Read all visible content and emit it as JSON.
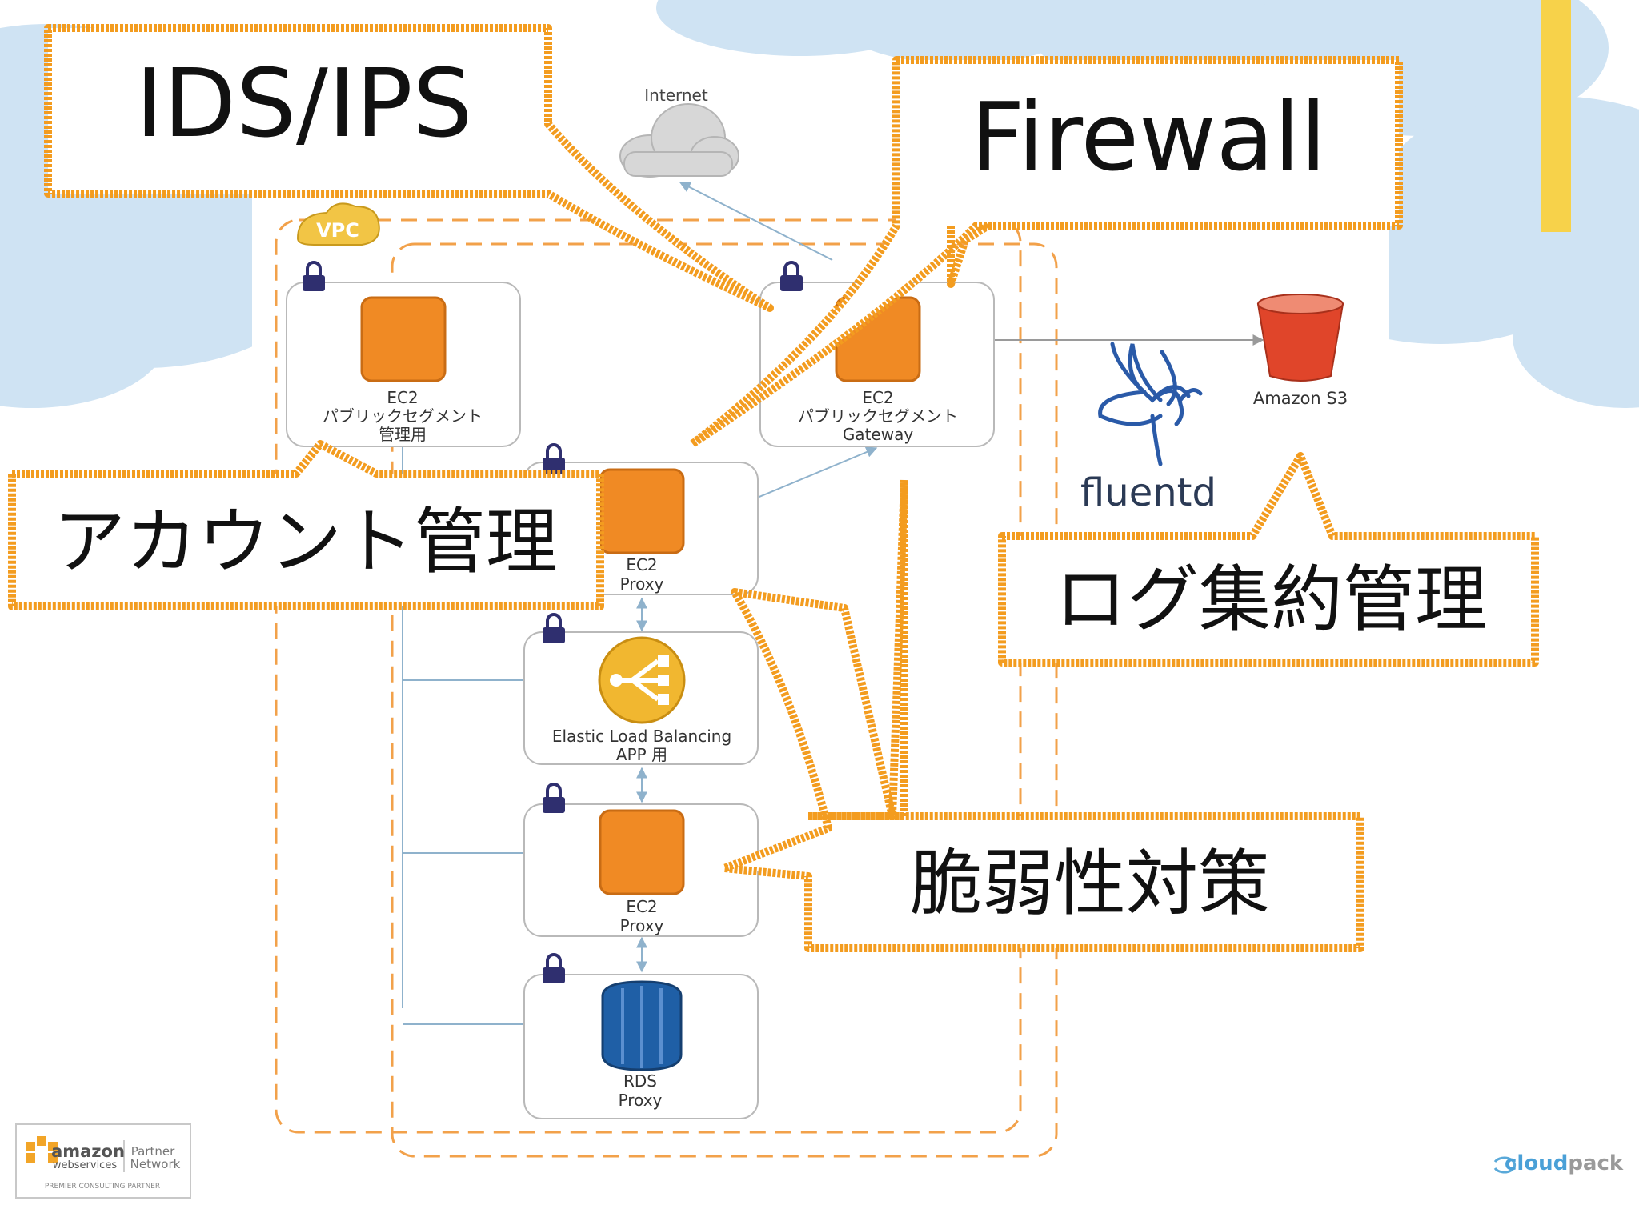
{
  "colors": {
    "callout_orange": "#f39c1f",
    "ec2_orange": "#f08a24",
    "elb_yellow": "#f1b730",
    "rds_blue": "#1f5fa6",
    "s3_red": "#e0452a",
    "lock_navy": "#2f2f6f",
    "vpc_gold": "#f2c545",
    "cloud_blue": "#cfe3f3"
  },
  "internet": {
    "label": "Internet"
  },
  "vpc": {
    "label": "VPC"
  },
  "nodes": {
    "ec2_admin": {
      "line1": "EC2",
      "line2": "パブリックセグメント",
      "line3": "管理用"
    },
    "ec2_gateway": {
      "line1": "EC2",
      "line2": "パブリックセグメント",
      "line3": "Gateway"
    },
    "ec2_proxy_top": {
      "line1": "EC2",
      "line2": "Proxy"
    },
    "elb": {
      "line1": "Elastic Load Balancing",
      "line2": "APP 用"
    },
    "ec2_proxy_mid": {
      "line1": "EC2",
      "line2": "Proxy"
    },
    "rds": {
      "line1": "RDS",
      "line2": "Proxy"
    }
  },
  "s3": {
    "label": "Amazon S3"
  },
  "fluentd": {
    "label": "fluentd"
  },
  "callouts": {
    "ids_ips": "IDS/IPS",
    "firewall": "Firewall",
    "account": "アカウント管理",
    "log": "ログ集約管理",
    "vuln": "脆弱性対策"
  },
  "footer": {
    "aws_brand": "amazon",
    "aws_sub": "webservices",
    "partner_line1": "Partner",
    "partner_line2": "Network",
    "partner_tag": "PREMIER CONSULTING PARTNER",
    "cloudpack_a": "cloud",
    "cloudpack_b": "pack"
  }
}
